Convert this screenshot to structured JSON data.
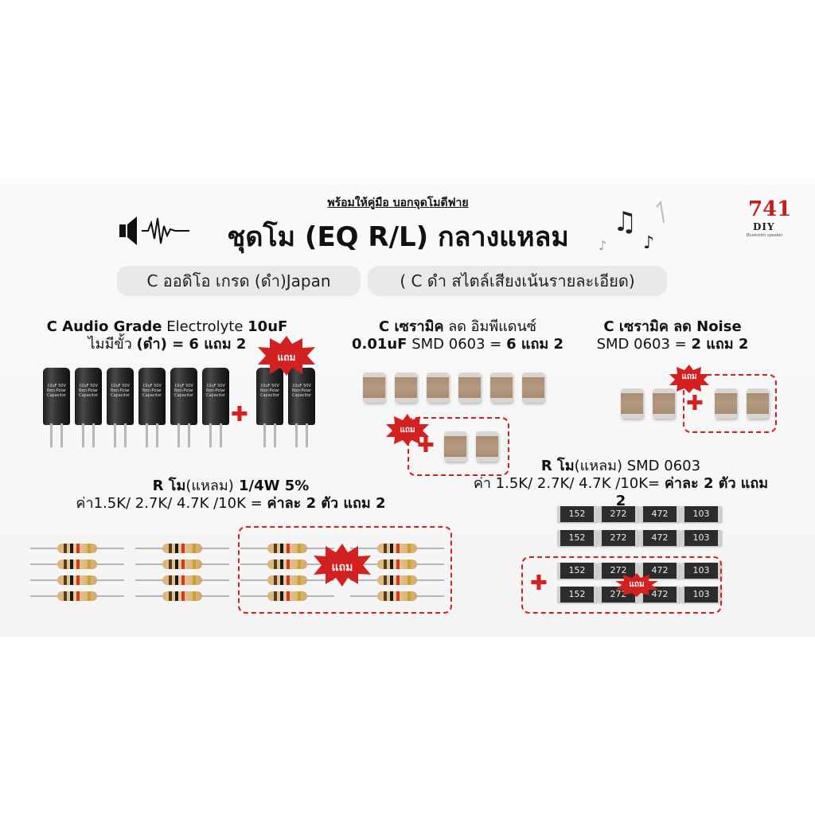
{
  "header": {
    "subtitle": "พร้อมให้คู่มือ บอกจุดโมดีฟาย",
    "title": "ชุดโม (EQ R/L) กลางแหลม",
    "pill_left": "C ออดิโอ เกรด (ดำ)Japan",
    "pill_right": "( C ดำ สไตล์เสียงเน้นรายละเอียด)"
  },
  "brand": {
    "number": "741",
    "name": "DIY",
    "tagline": "Bluetooth speaker"
  },
  "colors": {
    "accent_red": "#d32020",
    "brand_red": "#c71c1c"
  },
  "sections": {
    "ecap": {
      "title_bold": "C Audio Grade",
      "title_regular": " Electrolyte ",
      "title_bold2": "10uF",
      "line2_regular": "ไมมีขั้ว ",
      "line2_bold": "(ดำ) = 6 แถม 2",
      "cap_label": "10uF 50V Non-Polar Capacitor",
      "gift": "แถม"
    },
    "mlcc1": {
      "title_bold": "C เซรามิค",
      "title_regular": " ลด อิมพีแดนซ์",
      "line2_bold": "0.01uF",
      "line2_regular": " SMD 0603 = ",
      "line2_bold2": "6 แถม 2",
      "gift": "แถม"
    },
    "mlcc2": {
      "title_bold": "C เซรามิค ลด Noise",
      "line2_regular": "SMD 0603 = ",
      "line2_bold": "2 แถม 2",
      "gift": "แถม"
    },
    "res_axial": {
      "title_bold": "R โม",
      "title_regular": "(แหลม)",
      "title_bold2": " 1/4W 5%",
      "line2_regular": "ค่า1.5K/ 2.7K/ 4.7K /10K = ",
      "line2_bold": "ค่าละ 2 ตัว แถม 2",
      "gift": "แถม"
    },
    "res_smd": {
      "title_bold": "R โม",
      "title_regular": "(แหลม)  SMD 0603",
      "line2_regular": "ค่า 1.5K/ 2.7K/ 4.7K /10K= ",
      "line2_bold": "ค่าละ 2 ตัว แถม 2",
      "codes": [
        "152",
        "272",
        "472",
        "103"
      ],
      "gift": "แถม"
    }
  }
}
